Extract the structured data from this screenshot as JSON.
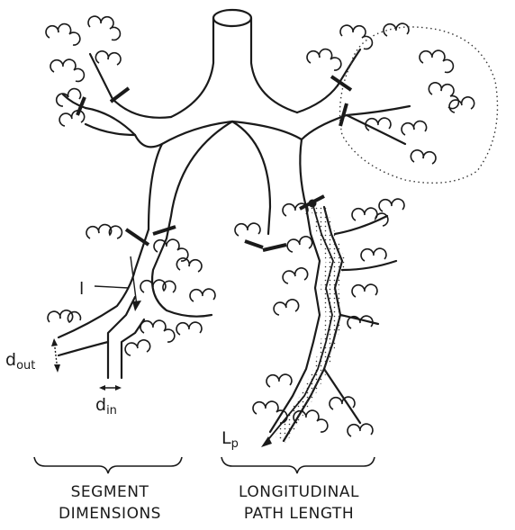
{
  "labels": {
    "l": "l",
    "d_out_main": "d",
    "d_out_sub": "out",
    "d_in_main": "d",
    "d_in_sub": "in",
    "lp_main": "L",
    "lp_sub": "p"
  },
  "captions": {
    "left_line1": "SEGMENT",
    "left_line2": "DIMENSIONS",
    "right_line1": "LONGITUDINAL",
    "right_line2": "PATH LENGTH"
  },
  "colors": {
    "ink": "#1a1a1a",
    "stipple": "#333333",
    "background": "#ffffff"
  }
}
